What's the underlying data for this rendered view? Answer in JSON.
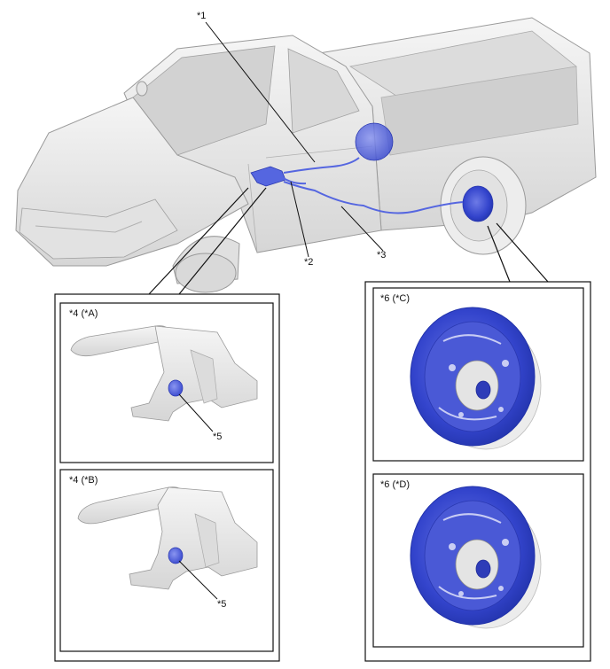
{
  "callouts": {
    "c1": "*1",
    "c2": "*2",
    "c3": "*3",
    "c5a": "*5",
    "c5b": "*5"
  },
  "panels": {
    "top_left": "*4 (*A)",
    "bottom_left": "*4 (*B)",
    "top_right": "*6 (*C)",
    "bottom_right": "*6 (*D)"
  },
  "colors": {
    "highlight": "#3f52d8",
    "body": "#e9e9e9",
    "outline": "#9a9a9a"
  }
}
